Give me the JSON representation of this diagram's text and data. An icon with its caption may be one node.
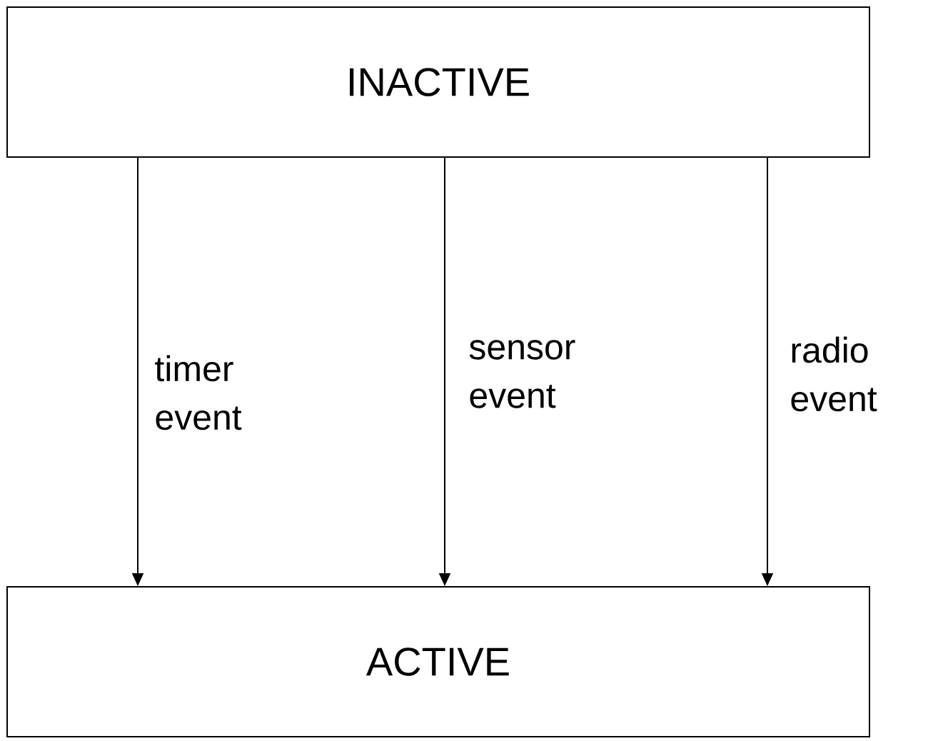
{
  "diagram": {
    "nodes": [
      {
        "text": [
          "INACTIVE"
        ]
      },
      {
        "text": [
          "ACTIVE"
        ]
      }
    ],
    "edges": [
      {
        "from": 0,
        "to": 1,
        "arrow": "to",
        "label": "timer event"
      },
      {
        "from": 0,
        "to": 1,
        "arrow": "to",
        "label": "sensor event"
      },
      {
        "from": 0,
        "to": 1,
        "arrow": "to",
        "label": "radio event"
      }
    ]
  }
}
